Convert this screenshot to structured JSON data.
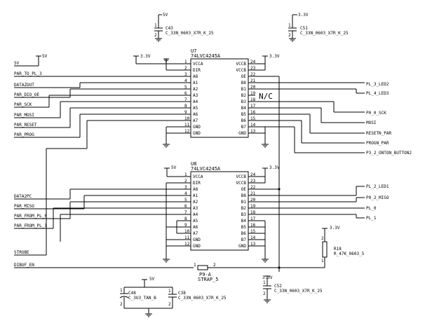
{
  "chips": [
    {
      "ref": "U7",
      "part": "74LVC4245A",
      "left_pins": [
        [
          "1",
          "VCCA"
        ],
        [
          "2",
          "DIR"
        ],
        [
          "3",
          "A8"
        ],
        [
          "4",
          "A1"
        ],
        [
          "5",
          "A2"
        ],
        [
          "6",
          "A3"
        ],
        [
          "7",
          "A4"
        ],
        [
          "8",
          "A5"
        ],
        [
          "9",
          "A6"
        ],
        [
          "10",
          "A7"
        ],
        [
          "11",
          "GND"
        ],
        [
          "12",
          "GND"
        ]
      ],
      "right_pins": [
        [
          "24",
          "VCCB"
        ],
        [
          "23",
          "VCCB"
        ],
        [
          "22",
          "OE"
        ],
        [
          "21",
          "B8"
        ],
        [
          "20",
          "B1"
        ],
        [
          "19",
          "B2"
        ],
        [
          "18",
          "B3"
        ],
        [
          "17",
          "B4"
        ],
        [
          "16",
          "B5"
        ],
        [
          "15",
          "B6"
        ],
        [
          "14",
          "B7"
        ],
        [
          "13",
          "GND"
        ]
      ]
    },
    {
      "ref": "U8",
      "part": "74LVC4245A",
      "left_pins": [
        [
          "1",
          "VCCA"
        ],
        [
          "2",
          "DIR"
        ],
        [
          "3",
          "A8"
        ],
        [
          "4",
          "A1"
        ],
        [
          "5",
          "A2"
        ],
        [
          "6",
          "A3"
        ],
        [
          "7",
          "A4"
        ],
        [
          "8",
          "A5"
        ],
        [
          "9",
          "A6"
        ],
        [
          "10",
          "A7"
        ],
        [
          "11",
          "GND"
        ],
        [
          "12",
          "GND"
        ]
      ],
      "right_pins": [
        [
          "24",
          "VCCB"
        ],
        [
          "23",
          "VCCB"
        ],
        [
          "22",
          "OE"
        ],
        [
          "21",
          "B8"
        ],
        [
          "20",
          "B1"
        ],
        [
          "19",
          "B2"
        ],
        [
          "18",
          "B3"
        ],
        [
          "17",
          "B4"
        ],
        [
          "16",
          "B5"
        ],
        [
          "15",
          "B6"
        ],
        [
          "14",
          "B7"
        ],
        [
          "13",
          "GND"
        ]
      ]
    }
  ],
  "rails": {
    "v5": "5V",
    "v33": "3.3V"
  },
  "capacitors": {
    "c43": {
      "ref": "C43",
      "value": "C_33N_0603_X7R_K_25"
    },
    "c51": {
      "ref": "C51",
      "value": "C_33N_0603_X7R_K_25"
    },
    "c52": {
      "ref": "C52",
      "value": "C_33N_0603_X7R_K_25"
    },
    "c48": {
      "ref": "C48",
      "value": "C_3U3_TAN_B"
    },
    "c38": {
      "ref": "C38",
      "value": "C_33N_0603_X7R_K_25"
    }
  },
  "resistor": {
    "ref": "R18",
    "value": "R_47K_0603_5"
  },
  "strap": {
    "ref": "P9-A",
    "value": "STRAP_5",
    "pin1": "1",
    "pin2": "2"
  },
  "cap_pins": [
    "1",
    "2"
  ],
  "nc_label": "N/C",
  "left_nets": {
    "v5": "5V",
    "par_to_pl3": "PAR_TO_PL_3",
    "dataout": "DATAZOUT",
    "par_dio_oe": "PAR_DIO_OE",
    "par_sck": "PAR_SCK",
    "par_mosi": "PAR_MOSI",
    "par_reset": "PAR_RESET",
    "par_prog": "PAR_PROG",
    "data2pc": "DATA2PC",
    "par_miso": "PAR_MISO",
    "par_from_pl0": "PAR_FROM_PL_0",
    "par_from_pl1": "PAR_FROM_PL_1",
    "strobe": "STROBE",
    "dibuf_en": "DIBUF_EN"
  },
  "right_nets": {
    "pl3_led2": "PL_3_LED2",
    "pl4_led3": "PL_4_LED3",
    "p0_0_sck": "P0_0_SCK",
    "mosi": "MOSI",
    "resetn_par": "RESETN_PAR",
    "progn_par": "PROGN_PAR",
    "p3_2": "P3_2_ONTON_BUTTON2",
    "pl2_led1": "PL_2_LED1",
    "p0_2_miso": "P0_2_MISO",
    "pl0": "PL_0",
    "pl1": "PL_1"
  }
}
